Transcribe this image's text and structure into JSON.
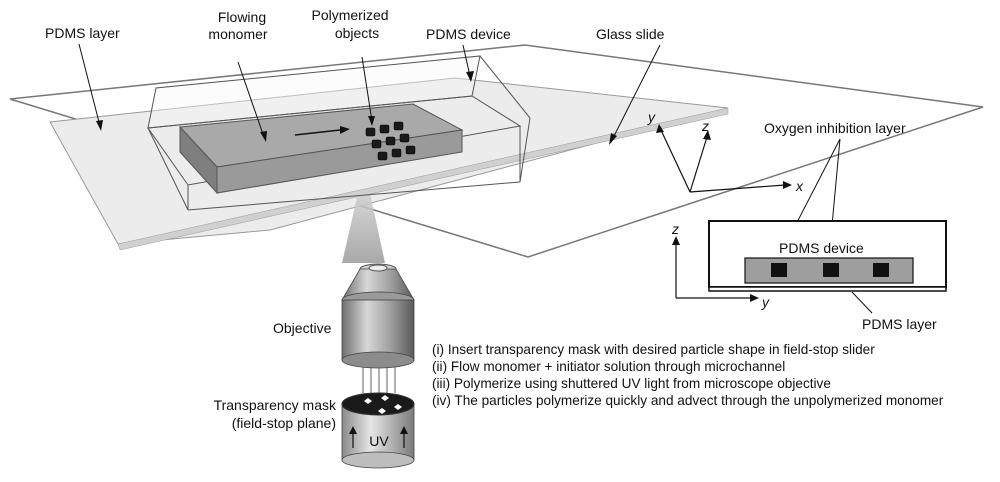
{
  "labels": {
    "pdms_layer_top": "PDMS layer",
    "flowing_line1": "Flowing",
    "flowing_line2": "monomer",
    "polymerized_line1": "Polymerized",
    "polymerized_line2": "objects",
    "pdms_device_top": "PDMS device",
    "glass_slide": "Glass slide",
    "objective": "Objective",
    "mask_line1": "Transparency mask",
    "mask_line2": "(field-stop plane)",
    "uv": "UV"
  },
  "axes_top": {
    "x": "x",
    "y": "y",
    "z": "z"
  },
  "cross_section": {
    "oxygen_layer": "Oxygen inhibition layer",
    "device": "PDMS device",
    "layer": "PDMS layer",
    "axis_z": "z",
    "axis_y": "y"
  },
  "steps": [
    "(i) Insert transparency mask with desired particle shape in field-stop slider",
    "(ii) Flow monomer + initiator solution through microchannel",
    "(iii) Polymerize using shuttered UV light from microscope objective",
    "(iv) The particles polymerize quickly and advect through the unpolymerized monomer"
  ]
}
